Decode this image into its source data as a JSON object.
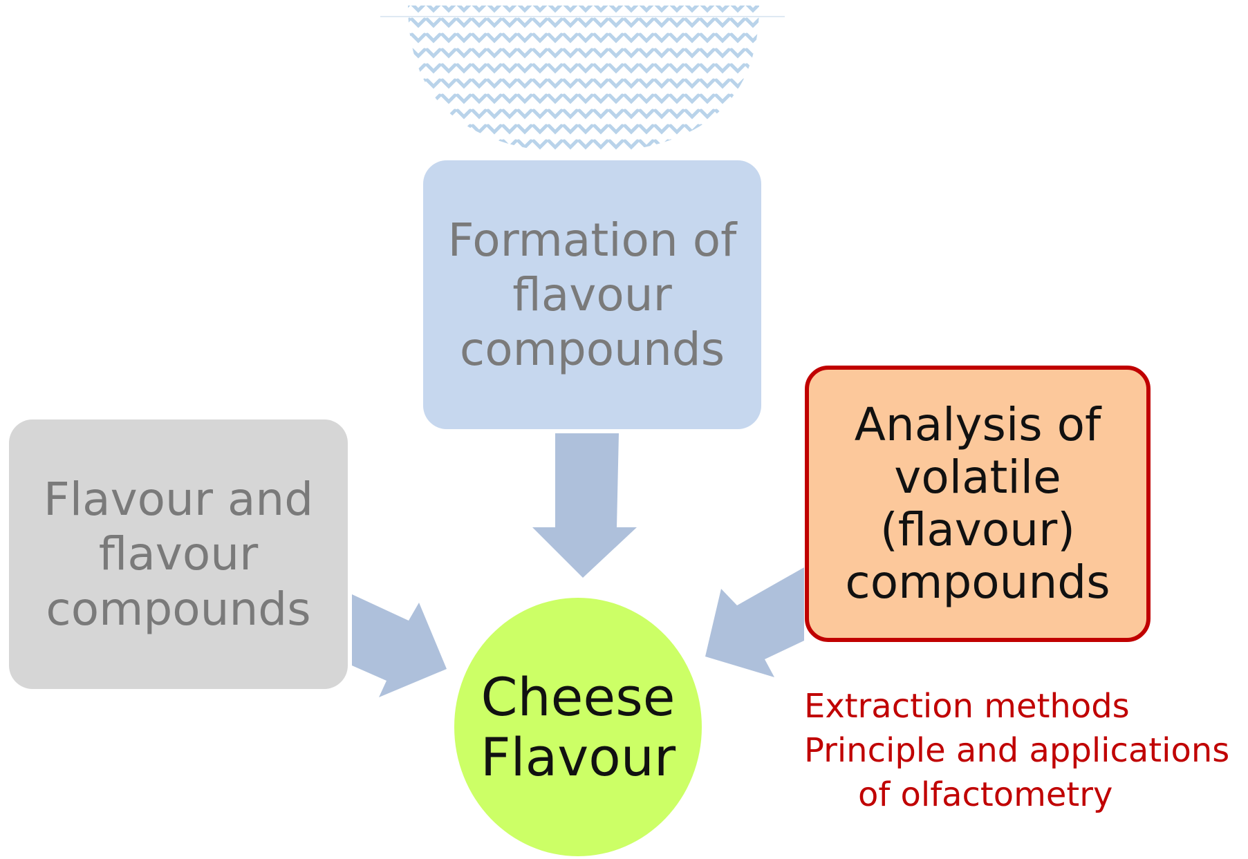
{
  "diagram": {
    "nodes": {
      "formation": {
        "lines": [
          "Formation of",
          "flavour",
          "compounds"
        ]
      },
      "flavour_and_compounds": {
        "lines": [
          "Flavour and",
          "flavour",
          "compounds"
        ]
      },
      "analysis": {
        "lines": [
          "Analysis of",
          "volatile",
          "(flavour)",
          "compounds"
        ]
      },
      "cheese_flavour": {
        "lines": [
          "Cheese",
          "Flavour"
        ]
      }
    },
    "notes": {
      "lines": [
        "Extraction methods",
        "Principle and applications",
        "of olfactometry"
      ]
    },
    "edges": [
      {
        "from": "formation",
        "to": "cheese_flavour"
      },
      {
        "from": "flavour_and_compounds",
        "to": "cheese_flavour"
      },
      {
        "from": "analysis",
        "to": "cheese_flavour"
      }
    ],
    "colors": {
      "formation_fill": "#c6d7ee",
      "flavour_fill": "#d6d6d6",
      "analysis_fill": "#fcc89b",
      "analysis_border": "#c00000",
      "cheese_fill": "#ccff66",
      "arrow": "#aec0db",
      "muted_text": "#7a7a7a",
      "notes_text": "#c00000"
    }
  }
}
